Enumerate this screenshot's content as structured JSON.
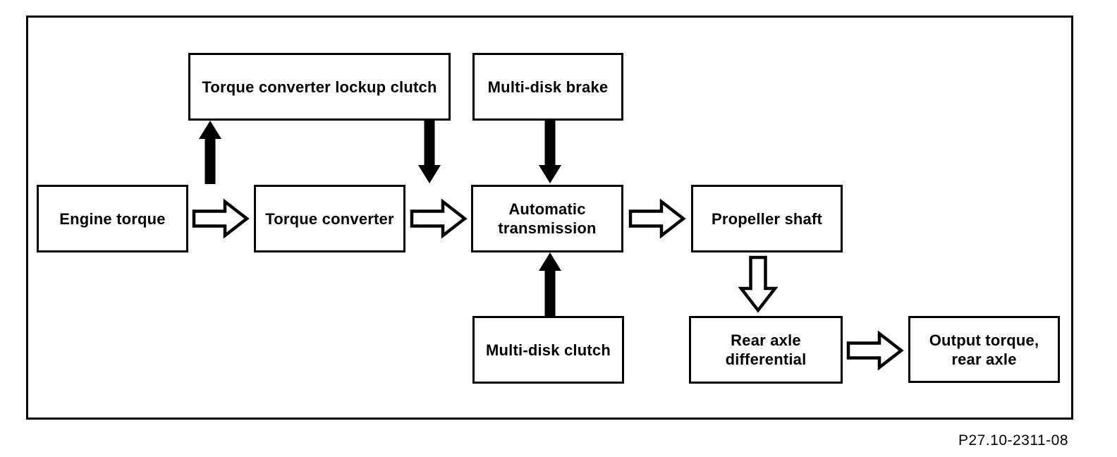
{
  "page": {
    "caption": "P27.10-2311-08",
    "background_color": "#ffffff",
    "line_color": "#000000"
  },
  "diagram": {
    "type": "block-flow-diagram",
    "nodes": [
      {
        "id": "engine-torque",
        "label": "Engine torque"
      },
      {
        "id": "torque-converter-lockup-clutch",
        "label": "Torque converter lockup clutch"
      },
      {
        "id": "multi-disk-brake",
        "label": "Multi-disk brake"
      },
      {
        "id": "torque-converter",
        "label": "Torque converter"
      },
      {
        "id": "automatic-transmission",
        "label": "Automatic transmission"
      },
      {
        "id": "multi-disk-clutch",
        "label": "Multi-disk clutch"
      },
      {
        "id": "propeller-shaft",
        "label": "Propeller shaft"
      },
      {
        "id": "rear-axle-differential",
        "label": "Rear axle differential"
      },
      {
        "id": "output-torque-rear-axle",
        "label": "Output torque, rear axle"
      }
    ],
    "edges": [
      {
        "from": "engine-torque",
        "to": "torque-converter",
        "style": "outline-right"
      },
      {
        "from": "engine-torque-flow",
        "to": "torque-converter-lockup-clutch",
        "style": "solid-up"
      },
      {
        "from": "torque-converter-lockup-clutch",
        "to": "transmission-input-flow",
        "style": "solid-down"
      },
      {
        "from": "torque-converter",
        "to": "automatic-transmission",
        "style": "outline-right"
      },
      {
        "from": "multi-disk-brake",
        "to": "automatic-transmission",
        "style": "solid-down"
      },
      {
        "from": "multi-disk-clutch",
        "to": "automatic-transmission",
        "style": "solid-up"
      },
      {
        "from": "automatic-transmission",
        "to": "propeller-shaft",
        "style": "outline-right"
      },
      {
        "from": "propeller-shaft",
        "to": "rear-axle-differential",
        "style": "outline-down"
      },
      {
        "from": "rear-axle-differential",
        "to": "output-torque-rear-axle",
        "style": "outline-right"
      }
    ]
  }
}
